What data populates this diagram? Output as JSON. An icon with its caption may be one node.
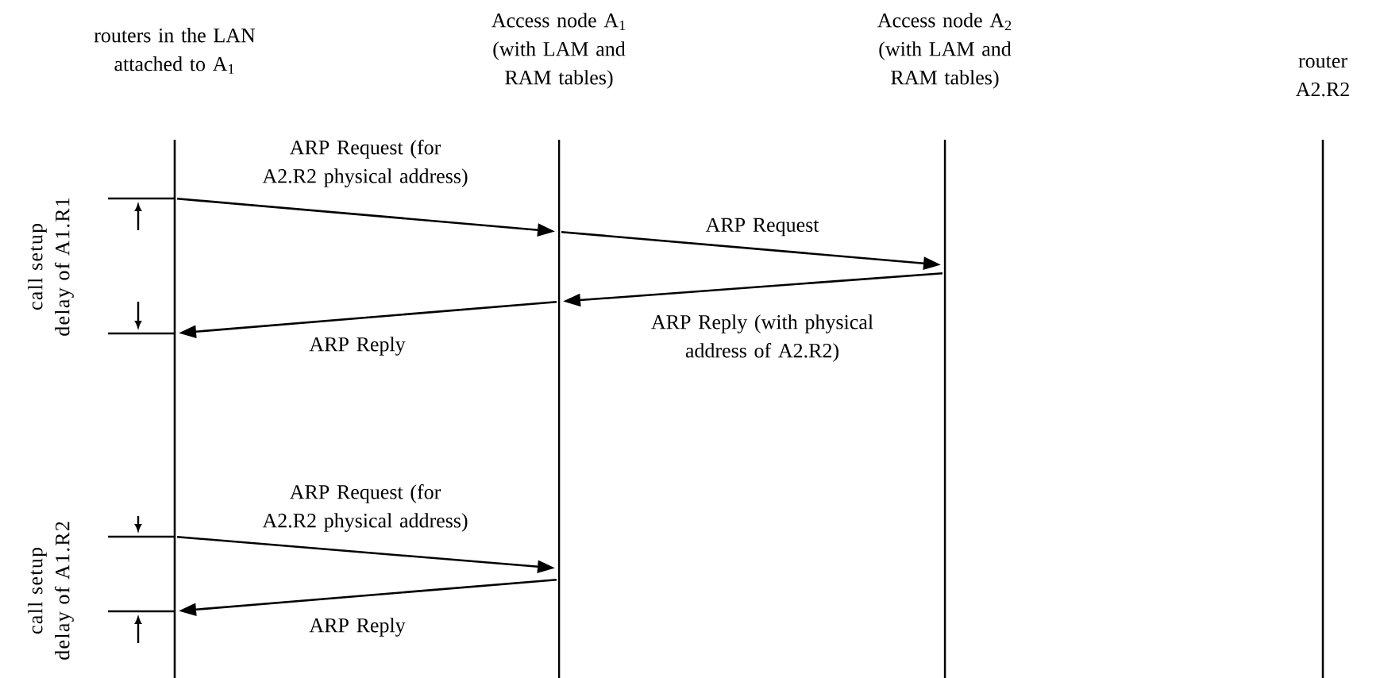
{
  "diagram": {
    "nodes": [
      {
        "text": [
          "routers in the LAN attached to A$_{1}$"
        ]
      },
      {
        "text": [
          "Access node A$_{1}$ (with LAM and RAM tables)"
        ]
      },
      {
        "text": [
          "Access node A$_{2}$ (with LAM and RAM tables)"
        ]
      },
      {
        "text": [
          "router A2.R2"
        ]
      }
    ],
    "edges": [
      {
        "from": 0,
        "to": 1,
        "arrow": "to",
        "label": "ARP Request (for A2.R2 physical address)"
      },
      {
        "from": 1,
        "to": 2,
        "arrow": "to",
        "label": "ARP Request"
      },
      {
        "from": 2,
        "to": 1,
        "arrow": "to",
        "label": "ARP Reply (with physical address of A2.R2)"
      },
      {
        "from": 1,
        "to": 0,
        "arrow": "to",
        "label": "ARP Reply"
      },
      {
        "from": 0,
        "to": 1,
        "arrow": "to",
        "label": "ARP Request (for A2.R2 physical address)"
      },
      {
        "from": 1,
        "to": 0,
        "arrow": "to",
        "label": "ARP Reply"
      }
    ],
    "labels": [
      "call setup delay of A1.R1",
      "call setup delay of A1.R2"
    ]
  }
}
